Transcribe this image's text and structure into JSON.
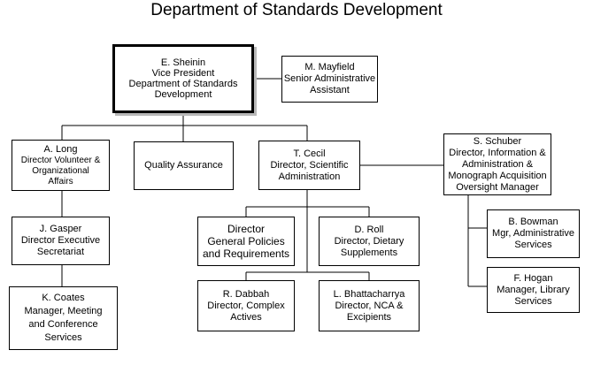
{
  "title": "Department of Standards Development",
  "boxes": {
    "vp": [
      "E. Sheinin",
      "Vice President",
      "Department of Standards",
      "Development"
    ],
    "mayfield": [
      "M. Mayfield",
      "Senior Administrative",
      "Assistant"
    ],
    "long": [
      "A. Long",
      "Director Volunteer &",
      "Organizational",
      "Affairs"
    ],
    "quality": [
      "Quality Assurance"
    ],
    "cecil": [
      "T. Cecil",
      "Director, Scientific",
      "Administration"
    ],
    "schuber": [
      "S. Schuber",
      "Director, Information &",
      "Administration &",
      "Monograph Acquisition",
      "Oversight Manager"
    ],
    "gasper": [
      "J. Gasper",
      "Director Executive",
      "Secretariat"
    ],
    "policies": [
      "Director",
      "General Policies",
      "and Requirements"
    ],
    "roll": [
      "D. Roll",
      "Director, Dietary",
      "Supplements"
    ],
    "bowman": [
      "B. Bowman",
      "Mgr, Administrative",
      "Services"
    ],
    "coates": [
      "K. Coates",
      "Manager, Meeting",
      "and Conference",
      "Services"
    ],
    "dabbah": [
      "R. Dabbah",
      "Director, Complex",
      "Actives"
    ],
    "bhattacharrya": [
      "L. Bhattacharrya",
      "Director, NCA &",
      "Excipients"
    ],
    "hogan": [
      "F. Hogan",
      "Manager, Library",
      "Services"
    ]
  }
}
